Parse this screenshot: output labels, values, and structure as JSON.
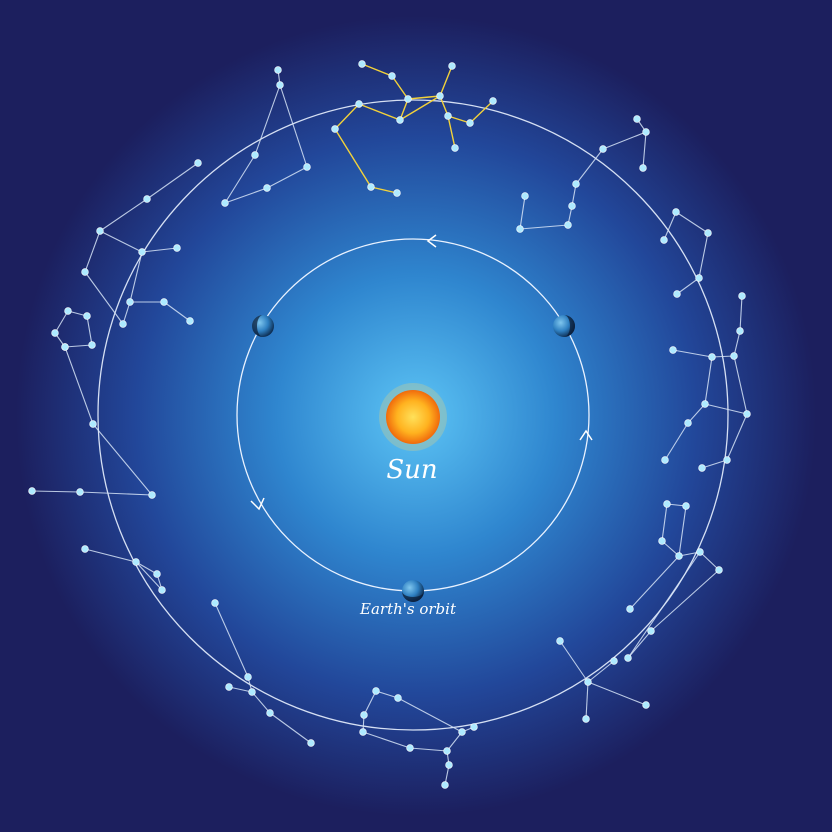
{
  "labels": {
    "sun": "Sun",
    "earth_orbit": "Earth's orbit"
  },
  "colors": {
    "background": "#1c1f5e",
    "glow_inner": "#4fb6ef",
    "glow_outer": "#1c1f5e",
    "sun_core": "#ffd23a",
    "sun_rim": "#f07a10",
    "orbit_line": "#e9f2ff",
    "star": "#aeeaff",
    "constellation_line": "#d6e4f7",
    "highlight_line": "#f3d23a"
  },
  "diagram": {
    "description_type": "zodiac-constellations-around-earth-orbit",
    "orbit_direction": "counterclockwise",
    "earth_positions": [
      "left",
      "right",
      "bottom"
    ],
    "highlighted_constellation": "top"
  }
}
